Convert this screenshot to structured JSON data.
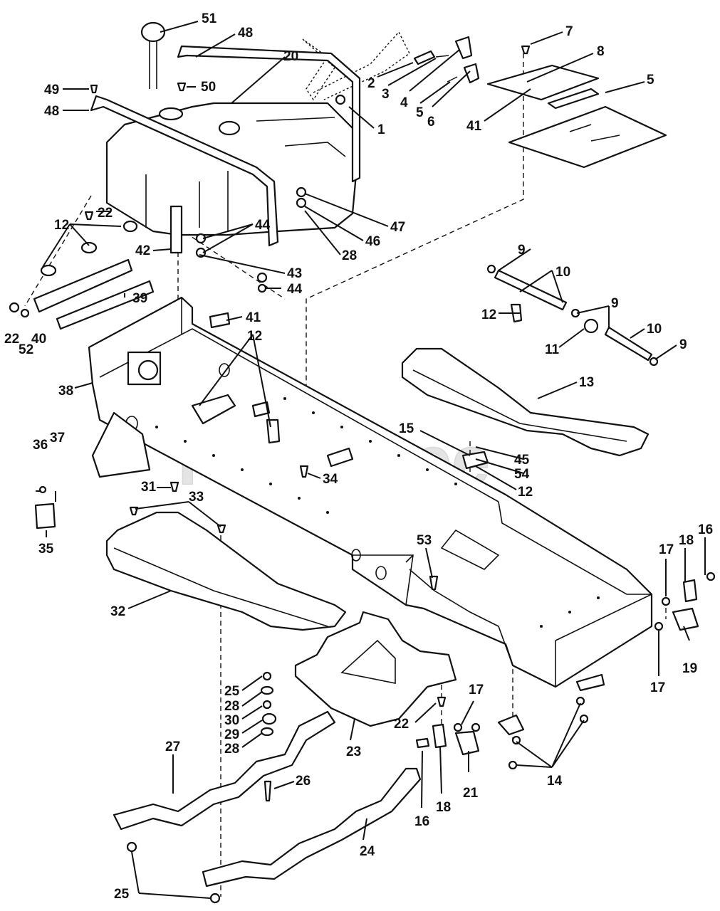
{
  "watermark": "PartsTree",
  "callouts": [
    {
      "id": "c51a",
      "text": "51"
    },
    {
      "id": "c48a",
      "text": "48"
    },
    {
      "id": "c20",
      "text": "20"
    },
    {
      "id": "c49",
      "text": "49"
    },
    {
      "id": "c50",
      "text": "50"
    },
    {
      "id": "c48b",
      "text": "48"
    },
    {
      "id": "c1",
      "text": "1"
    },
    {
      "id": "c2",
      "text": "2"
    },
    {
      "id": "c3",
      "text": "3"
    },
    {
      "id": "c4",
      "text": "4"
    },
    {
      "id": "c5a",
      "text": "5"
    },
    {
      "id": "c6",
      "text": "6"
    },
    {
      "id": "c7",
      "text": "7"
    },
    {
      "id": "c8",
      "text": "8"
    },
    {
      "id": "c5b",
      "text": "5"
    },
    {
      "id": "c41a",
      "text": "41"
    },
    {
      "id": "c22a",
      "text": "22"
    },
    {
      "id": "c12a",
      "text": "12"
    },
    {
      "id": "c44a",
      "text": "44"
    },
    {
      "id": "c47",
      "text": "47"
    },
    {
      "id": "c46",
      "text": "46"
    },
    {
      "id": "c28a",
      "text": "28"
    },
    {
      "id": "c42",
      "text": "42"
    },
    {
      "id": "c43",
      "text": "43"
    },
    {
      "id": "c44b",
      "text": "44"
    },
    {
      "id": "c39",
      "text": "39"
    },
    {
      "id": "c22b",
      "text": "22"
    },
    {
      "id": "c52",
      "text": "52"
    },
    {
      "id": "c40",
      "text": "40"
    },
    {
      "id": "c41b",
      "text": "41"
    },
    {
      "id": "c12b",
      "text": "12"
    },
    {
      "id": "c9a",
      "text": "9"
    },
    {
      "id": "c10a",
      "text": "10"
    },
    {
      "id": "c9b",
      "text": "9"
    },
    {
      "id": "c12c",
      "text": "12"
    },
    {
      "id": "c11",
      "text": "11"
    },
    {
      "id": "c10b",
      "text": "10"
    },
    {
      "id": "c9c",
      "text": "9"
    },
    {
      "id": "c38",
      "text": "38"
    },
    {
      "id": "c13",
      "text": "13"
    },
    {
      "id": "c15",
      "text": "15"
    },
    {
      "id": "c45",
      "text": "45"
    },
    {
      "id": "c54",
      "text": "54"
    },
    {
      "id": "c12d",
      "text": "12"
    },
    {
      "id": "c36",
      "text": "36"
    },
    {
      "id": "c37",
      "text": "37"
    },
    {
      "id": "c31",
      "text": "31"
    },
    {
      "id": "c33",
      "text": "33"
    },
    {
      "id": "c34",
      "text": "34"
    },
    {
      "id": "c35",
      "text": "35"
    },
    {
      "id": "c53",
      "text": "53"
    },
    {
      "id": "c16a",
      "text": "16"
    },
    {
      "id": "c18a",
      "text": "18"
    },
    {
      "id": "c17a",
      "text": "17"
    },
    {
      "id": "c19",
      "text": "19"
    },
    {
      "id": "c17b",
      "text": "17"
    },
    {
      "id": "c32",
      "text": "32"
    },
    {
      "id": "c25a",
      "text": "25"
    },
    {
      "id": "c28b",
      "text": "28"
    },
    {
      "id": "c30",
      "text": "30"
    },
    {
      "id": "c29",
      "text": "29"
    },
    {
      "id": "c28c",
      "text": "28"
    },
    {
      "id": "c27",
      "text": "27"
    },
    {
      "id": "c22c",
      "text": "22"
    },
    {
      "id": "c17c",
      "text": "17"
    },
    {
      "id": "c23",
      "text": "23"
    },
    {
      "id": "c26",
      "text": "26"
    },
    {
      "id": "c16b",
      "text": "16"
    },
    {
      "id": "c18b",
      "text": "18"
    },
    {
      "id": "c21",
      "text": "21"
    },
    {
      "id": "c14",
      "text": "14"
    },
    {
      "id": "c24",
      "text": "24"
    },
    {
      "id": "c25b",
      "text": "25"
    }
  ]
}
